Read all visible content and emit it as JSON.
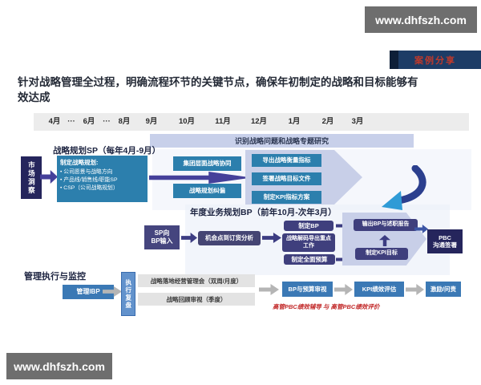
{
  "watermarks": {
    "top": "www.dhfszh.com",
    "bottom": "www.dhfszh.com"
  },
  "corner_tab": "案例分享",
  "title": "针对战略管理全过程，明确流程环节的关键节点，确保年初制定的战略和目标能够有效达成",
  "timeline": {
    "months": [
      "4月",
      "···",
      "6月",
      "···",
      "8月",
      "9月",
      "10月",
      "11月",
      "12月",
      "1月",
      "2月",
      "3月"
    ]
  },
  "research_band": "识别战略问题和战略专题研究",
  "sp_section": {
    "title": "战略规划SP（每年4月-9月）",
    "market_insight": "市场洞察",
    "plan_heading": "制定战略规划:",
    "plan_bullets": [
      "公司愿景与战略方向",
      "产品线/销售线/职能SP",
      "CSP（公司战略规划）"
    ],
    "sync_box": "集团层面战略协同",
    "correct_box": "战略规划纠偏",
    "outputs": [
      "导出战略衡量指标",
      "签署战略目标文件",
      "制定KPI指标方案"
    ]
  },
  "bp_section": {
    "title": "年度业务规划BP（前年10月-次年3月）",
    "input_line1": "SP向",
    "input_line2": "BP输入",
    "analysis_box": "机会点到订货分析",
    "steps": [
      "制定BP",
      "战略解码导出重点工作",
      "制定全面预算"
    ],
    "output_report": "输出BP与述职报告",
    "output_kpi": "制定KPI目标",
    "pbc_line1": "PBC",
    "pbc_line2": "沟通签署"
  },
  "exec_section": {
    "title": "管理执行与监控",
    "manage_box": "管理IBP",
    "review_rail": "执行复盘",
    "meetings": [
      "战略落地经营管理会（双周/月度）",
      "战略回顾审视（季度）"
    ],
    "assessments": [
      "BP与预算审视",
      "KPI绩效评估",
      "激励/问责"
    ],
    "pbc_note": "高管PBC绩效辅导 与 高管PBC绩效评价"
  },
  "colors": {
    "tab_bg": "#1d3c66",
    "tab_text": "#c0392b",
    "teal_box": "#2c7fad",
    "indigo_box": "#3f3f7d",
    "navy_box": "#25255c",
    "steel_blue": "#3b79b5",
    "lavender": "#c8cfe8",
    "purple_arrow": "#45409a",
    "gray_arrow": "#b5b5b5",
    "red_accent": "#c22a2a",
    "watermark_bg": "#6e6e6e"
  }
}
